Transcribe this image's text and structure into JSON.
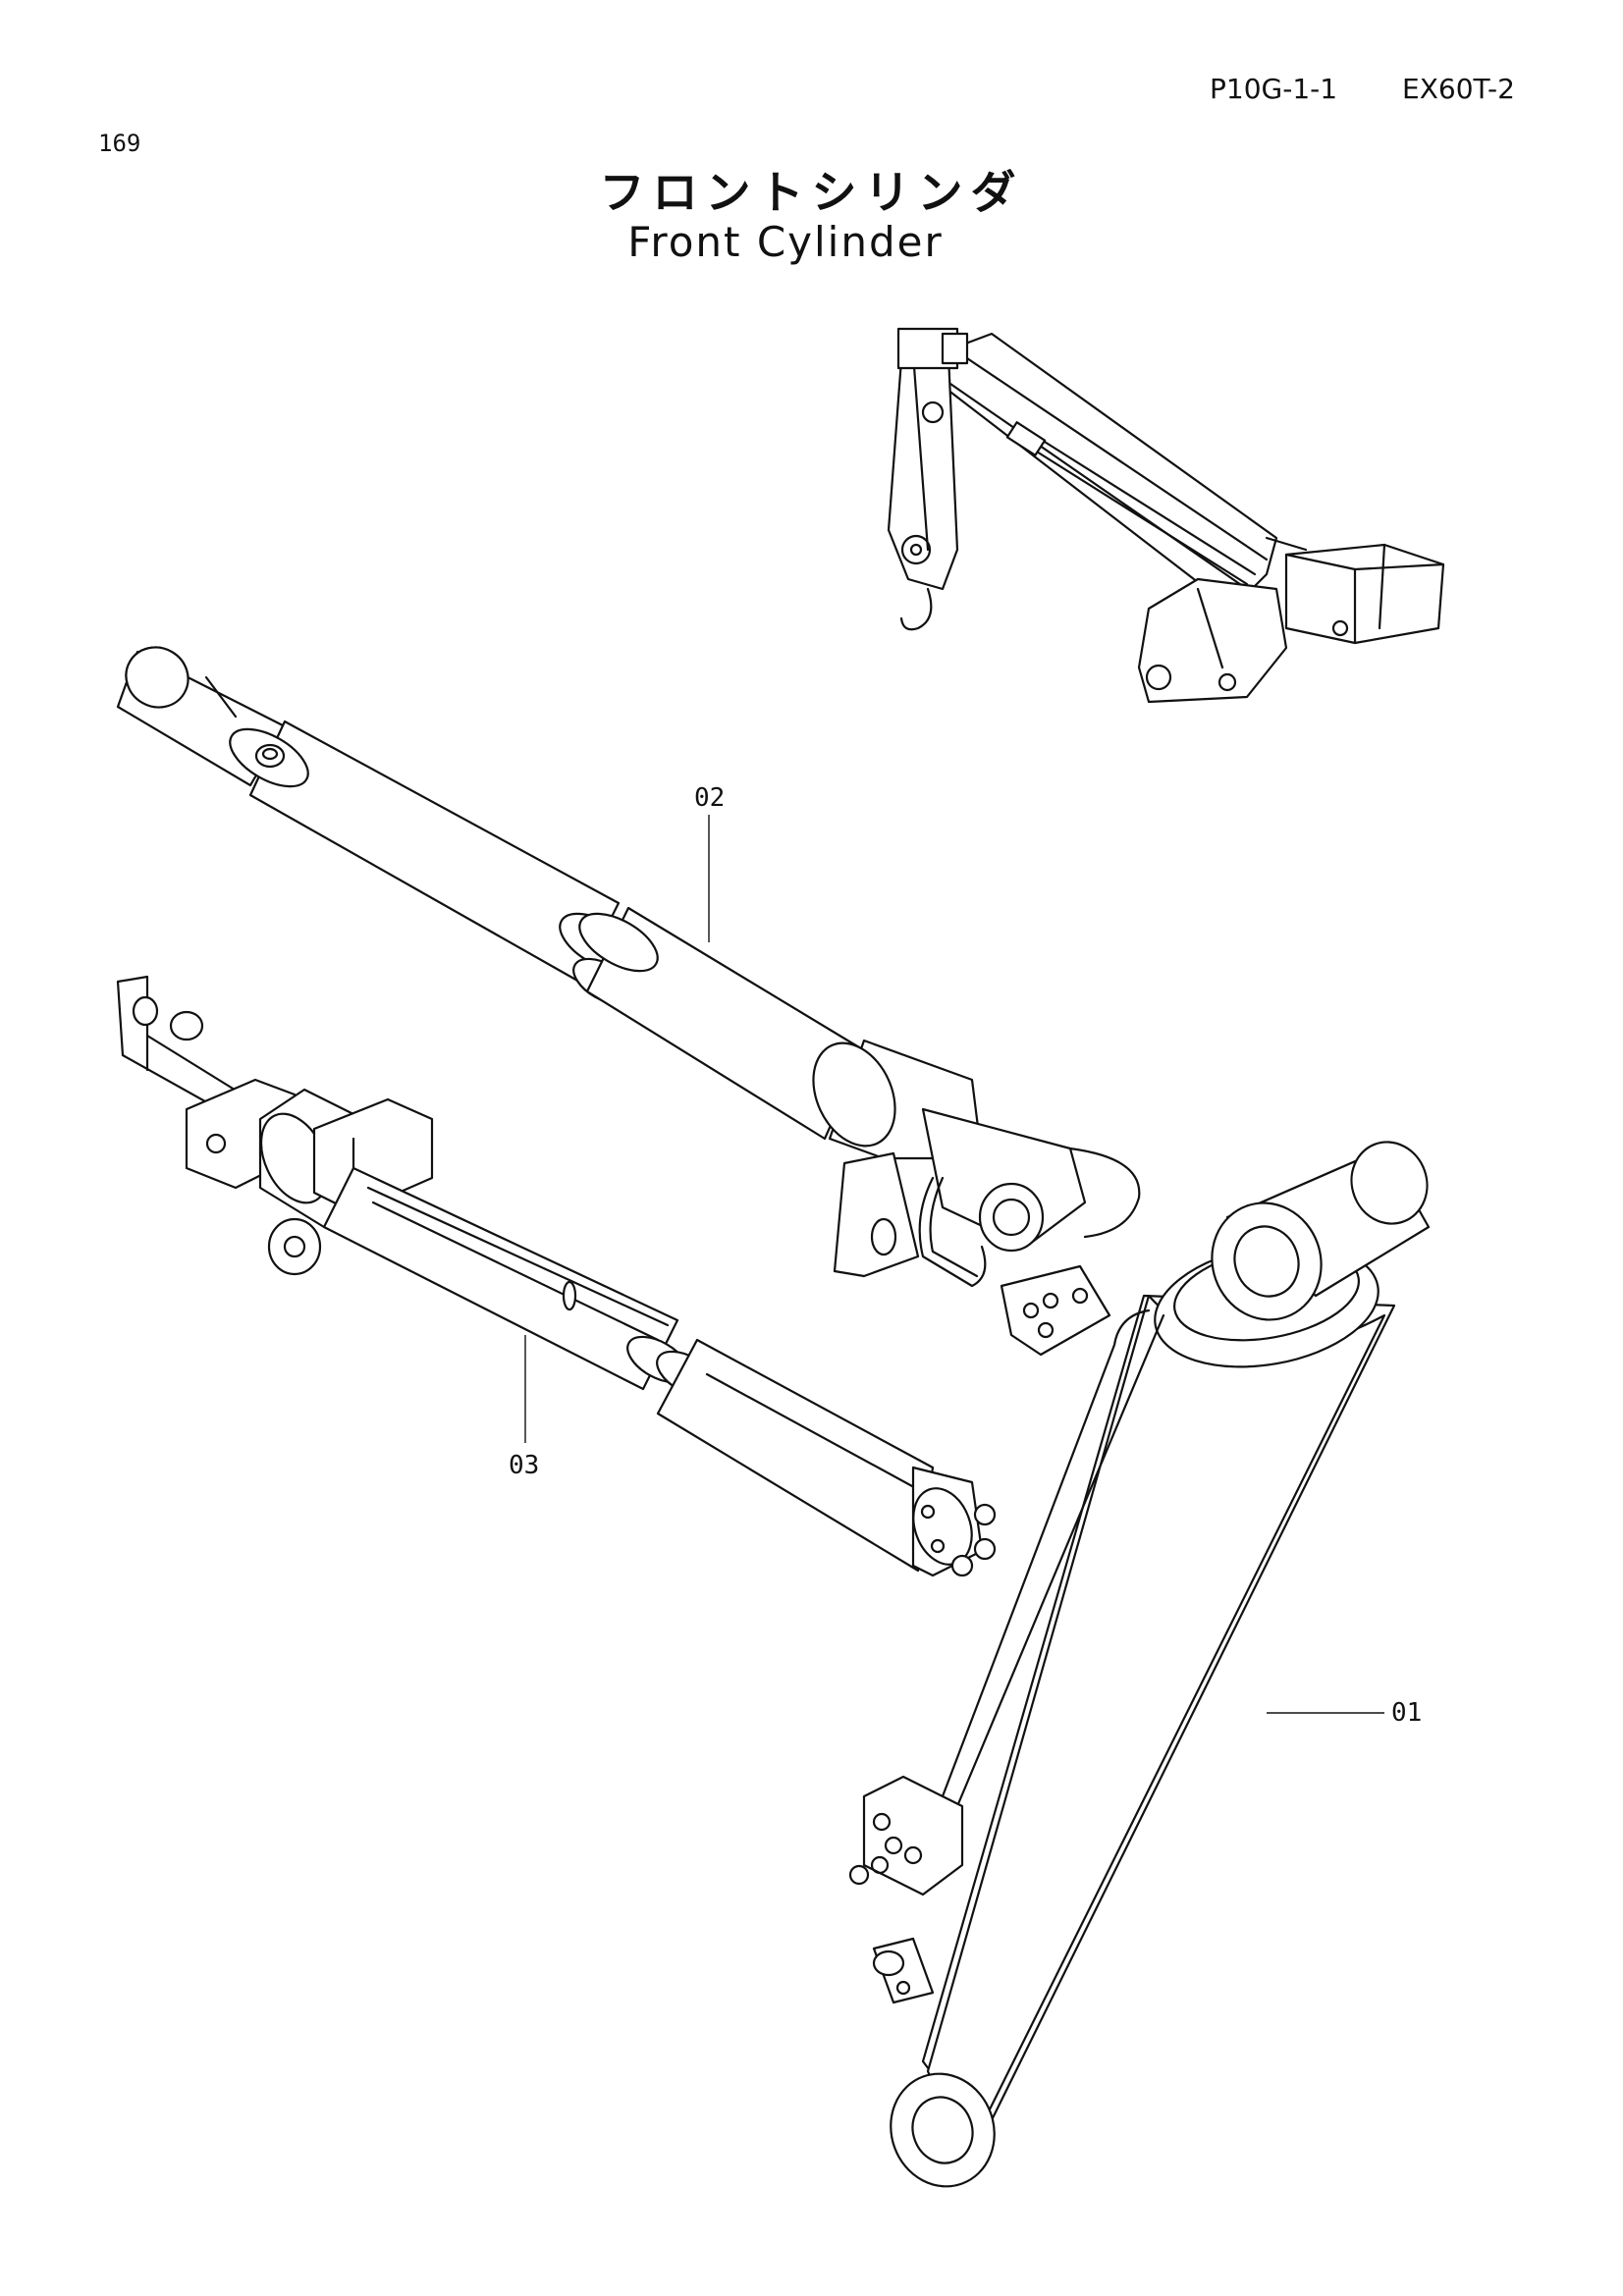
{
  "header": {
    "page_number": "169",
    "catalog_code": "P10G-1-1",
    "model": "EX60T-2"
  },
  "title": {
    "japanese": "フロントシリンダ",
    "english": "Front Cylinder"
  },
  "callouts": [
    {
      "id": "01"
    },
    {
      "id": "02"
    },
    {
      "id": "03"
    }
  ]
}
